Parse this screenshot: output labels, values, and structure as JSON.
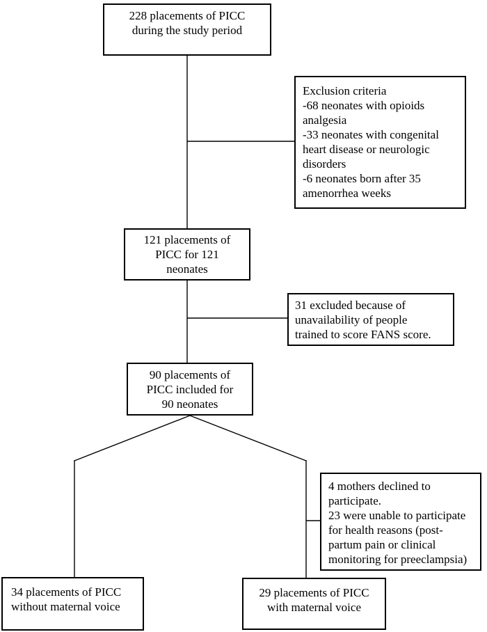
{
  "figure": {
    "type": "flow-diagram",
    "background_color": "#ffffff",
    "border_color": "#000000",
    "text_color": "#000000",
    "boxes": {
      "total_placements": "228 placements of PICC\nduring the study period",
      "exclusion_criteria": "Exclusion criteria\n-68 neonates with opioids\nanalgesia\n-33 neonates with congenital\nheart disease or neurologic\ndisorders\n-6 neonates born after 35\namenorrhea weeks",
      "placements_121": "121 placements of\nPICC for 121\nneonates",
      "excluded_31": "31 excluded because of\nunavailability of people\ntrained to score FANS score.",
      "placements_90": "90 placements of\nPICC included for\n90 neonates",
      "declined_mothers": "4 mothers declined to\nparticipate.\n23 were unable to participate\nfor health reasons (post-\npartum pain or clinical\nmonitoring for preeclampsia)",
      "without_maternal_voice": "34 placements of PICC\nwithout maternal voice",
      "with_maternal_voice": "29 placements of PICC\nwith maternal voice"
    }
  }
}
